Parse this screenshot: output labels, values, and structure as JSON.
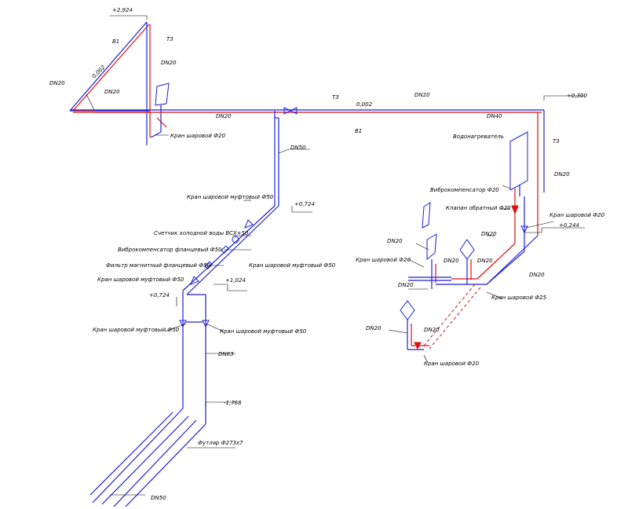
{
  "colors": {
    "cold_water": "#1f1fd8",
    "hot_water": "#e01010",
    "leader": "#000000"
  },
  "labels": {
    "elev_top": "+2,924",
    "b1_top": "B1",
    "t3_top": "T3",
    "dn20_vert": "DN20",
    "slope_left": "0,002",
    "dn20_left": "DN20",
    "dn20_diag": "DN20",
    "dn20_main": "DN20",
    "t3_main": "T3",
    "slope_main": "0,002",
    "dn20_main_right": "DN20",
    "elev_right": "+0,300",
    "b1_main": "B1",
    "dn40": "DN40",
    "valve_left_top": "Кран шаровой Ф20",
    "dn50_riser": "DN50",
    "water_heater": "Водонагреватель",
    "t3_right": "T3",
    "dn20_right": "DN20",
    "vibro_20": "Виброкомпенсатор Ф20",
    "check_valve_20": "Клапан обратный Ф20",
    "ball_valve_20_right": "Кран шаровой Ф20",
    "elev_0244": "+0,244",
    "dn20_a": "DN20",
    "ball_valve_coupling_50_top": "Кран шаровой муфтовый Ф50",
    "elev_0724_a": "+0,724",
    "cold_water_meter": "Счетчик холодной воды ВСХ+50",
    "vibro_flange_50": "Виброкомпенсатор фланцевый Ф50",
    "magnetic_filter_50": "Фильтр магнитный фланцевый Ф50",
    "ball_valve_coupling_50_right": "Кран шаровой муфтовый Ф50",
    "ball_valve_coupling_50_left": "Кран шаровой муфтовый Ф50",
    "elev_1024": "+1,024",
    "elev_0724_b": "+0,724",
    "dn20_b": "DN20",
    "ball_valve_20_mid": "Кран шаровой Ф20",
    "dn20_c": "DN20",
    "dn20_d": "DN20",
    "dn20_e": "DN20",
    "dn20_f": "DN20",
    "ball_valve_25": "Кран шаровой Ф25",
    "ball_valve_coupling_50_l2": "Кран шаровой муфтовый Ф50",
    "ball_valve_coupling_50_r2": "Кран шаровой муфтовый Ф50",
    "dn20_g": "DN20",
    "dn20_h": "DN20",
    "ball_valve_20_bottom": "Кран шаровой Ф20",
    "dn63": "DN63",
    "elev_1768": "-1,768",
    "sleeve": "Футляр Ф273х7",
    "dn50_bottom": "DN50"
  }
}
